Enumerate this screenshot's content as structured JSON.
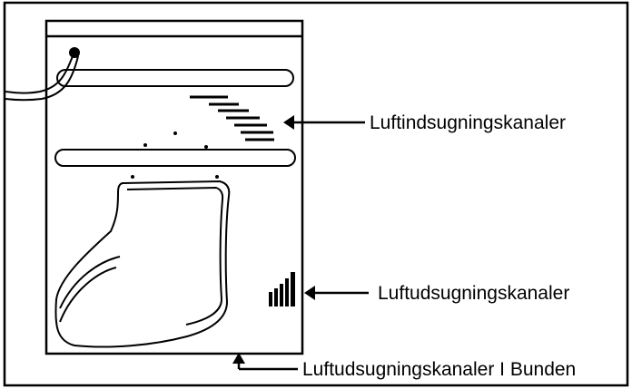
{
  "labels": {
    "intake_channels": "Luftindsugningskanaler",
    "exhaust_channels": "Luftudsugningskanaler",
    "bottom_exhaust_channels": "Luftudsugningskanaler I Bunden"
  },
  "colors": {
    "line": "#000000",
    "background": "#ffffff"
  }
}
